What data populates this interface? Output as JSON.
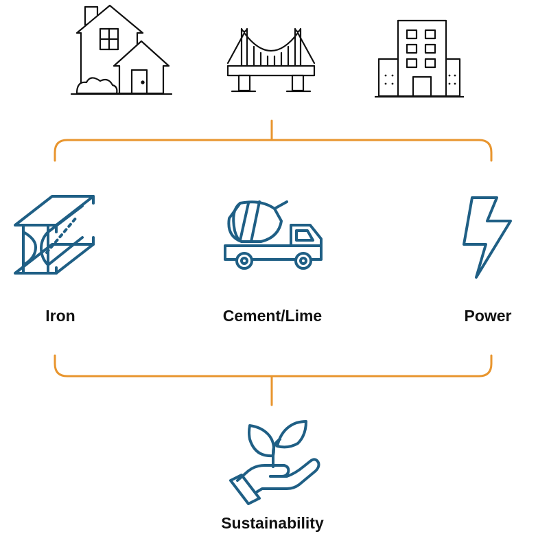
{
  "colors": {
    "connector": "#E8952E",
    "icon_blue": "#1F5F85",
    "icon_outline": "#111111"
  },
  "top_icons": [
    "house-icon",
    "bridge-icon",
    "office-building-icon"
  ],
  "inputs": [
    {
      "label": "Iron",
      "icon": "steel-beam-icon"
    },
    {
      "label": "Cement/Lime",
      "icon": "cement-mixer-truck-icon"
    },
    {
      "label": "Power",
      "icon": "lightning-bolt-icon"
    }
  ],
  "outcome": {
    "label": "Sustainability",
    "icon": "hand-plant-icon"
  }
}
